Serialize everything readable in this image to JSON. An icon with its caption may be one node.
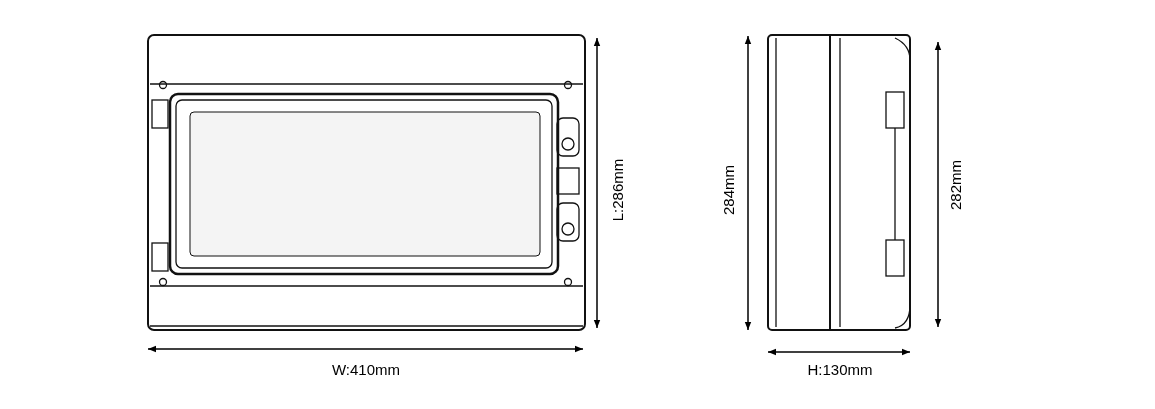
{
  "diagram": {
    "labels": [
      "L:286mm",
      "284mm",
      "282mm",
      "W:410mm",
      "H:130mm"
    ]
  }
}
